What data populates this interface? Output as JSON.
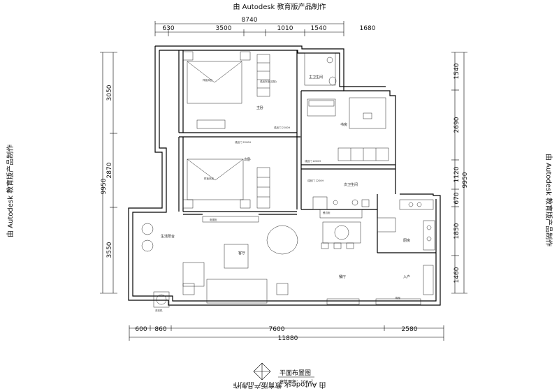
{
  "watermark": "由 Autodesk 教育版产品制作",
  "dimensions": {
    "top_total": "8740",
    "top_segments": [
      "630",
      "3500",
      "1010",
      "1540",
      "1680"
    ],
    "bottom_segments": [
      "600",
      "860",
      "7600",
      "2580"
    ],
    "bottom_total": "11880",
    "left_segments": [
      "3050",
      "2870",
      "3550"
    ],
    "left_total": "9950",
    "right_segments": [
      "1540",
      "2690",
      "1120",
      "670",
      "1850",
      "1460"
    ],
    "right_total": "9950"
  },
  "rooms": {
    "master_bedroom": "主卧",
    "second_bedroom": "次卧",
    "master_bath": "主卫生间",
    "study": "书房",
    "second_bath": "次卫生间",
    "kitchen": "厨房",
    "living_room": "客厅",
    "dining_room": "餐厅",
    "entrance": "入户",
    "balcony": "生活阳台"
  },
  "notes": {
    "master_wardrobe": "成品衣柜(定制)",
    "master_door": "成品门 2200H",
    "second_door": "成品门 2200H",
    "study_door": "成品门 2200H",
    "bath_door": "成品门 2200H",
    "bed_label": "样板床品",
    "tv_cabinet": "电视柜",
    "dining_cabinet": "餐边柜",
    "shoe_cabinet": "鞋柜",
    "washer": "洗衣机"
  },
  "title_block": {
    "title": "平面布置图",
    "area": "建筑面积：106㎡"
  }
}
